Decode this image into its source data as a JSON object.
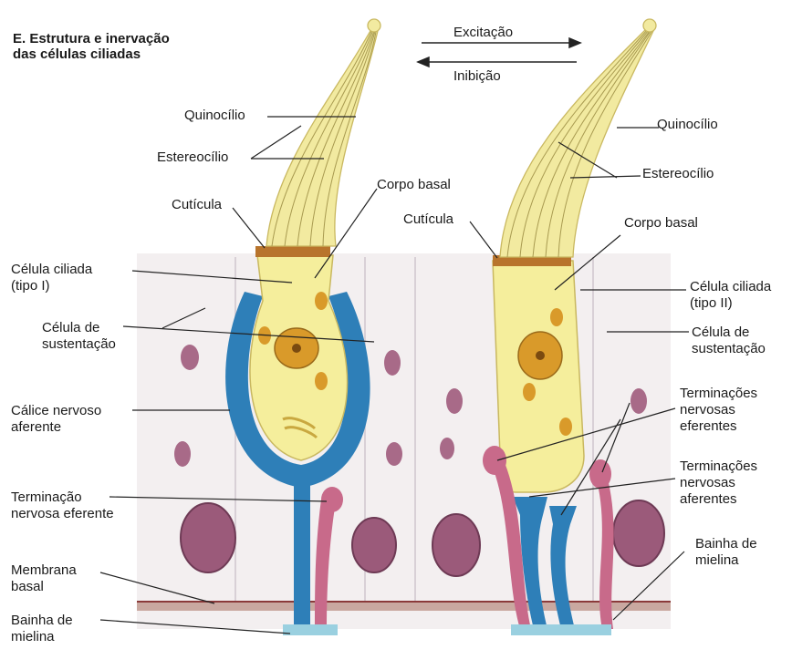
{
  "title": "E. Estrutura e inervação\ndas células ciliadas",
  "arrows": {
    "right": "Excitação",
    "left": "Inibição"
  },
  "left_labels": {
    "quinocilio": "Quinocílio",
    "estereocilio": "Estereocílio",
    "cuticula": "Cutícula",
    "corpo_basal": "Corpo basal",
    "celula_ciliada": "Célula ciliada\n(tipo I)",
    "celula_sustentacao": "Célula de\nsustentação",
    "calice": "Cálice nervoso\naferente",
    "terminacao_eferente": "Terminação\nnervosa eferente",
    "membrana_basal": "Membrana\nbasal",
    "bainha": "Bainha de\nmielina"
  },
  "right_labels": {
    "quinocilio": "Quinocílio",
    "estereocilio": "Estereocílio",
    "cuticula": "Cutícula",
    "corpo_basal": "Corpo basal",
    "celula_ciliada": "Célula ciliada\n(tipo II)",
    "celula_sustentacao": "Célula de\nsustentação",
    "terminacoes_eferentes": "Terminações\nnervosas\neferentes",
    "terminacoes_aferentes": "Terminações\nnervosas\naferentes",
    "bainha": "Bainha de\nmielina"
  },
  "colors": {
    "cell_yellow": "#f5ee9c",
    "cuticle_brown": "#b8742c",
    "nerve_blue": "#2e7fb8",
    "nerve_pink": "#c86a8a",
    "nucleus_orange": "#d99a2a",
    "supporting_tissue": "#f2eeee"
  }
}
